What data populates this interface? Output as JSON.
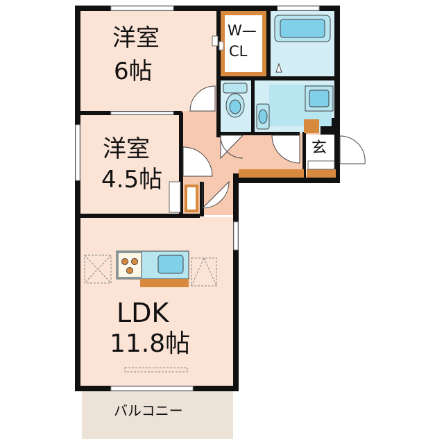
{
  "rooms": {
    "western_6": {
      "name": "洋室",
      "size": "6帖"
    },
    "western_45": {
      "name": "洋室",
      "size": "4.5帖"
    },
    "ldk": {
      "name": "LDK",
      "size": "11.8帖"
    },
    "walk_in_closet": {
      "line1": "W—",
      "line2": "CL"
    },
    "entrance": {
      "name": "玄"
    },
    "balcony": {
      "name": "バルコニー"
    }
  },
  "colors": {
    "wall": "#111111",
    "room_floor": "#fbe4d6",
    "corridor_floor": "#f6c9b0",
    "wet_area": "#b7e5f0",
    "fixture": "#7fd0e8",
    "closet": "#d78a3e",
    "balcony": "#ece2d8",
    "window_frame": "#9aa0a6"
  },
  "icons": [
    "bathtub-icon",
    "toilet-icon",
    "washbasin-icon",
    "washing-machine-icon",
    "stove-icon",
    "kitchen-sink-icon",
    "refrigerator-space-icon",
    "door-swing-icon"
  ]
}
